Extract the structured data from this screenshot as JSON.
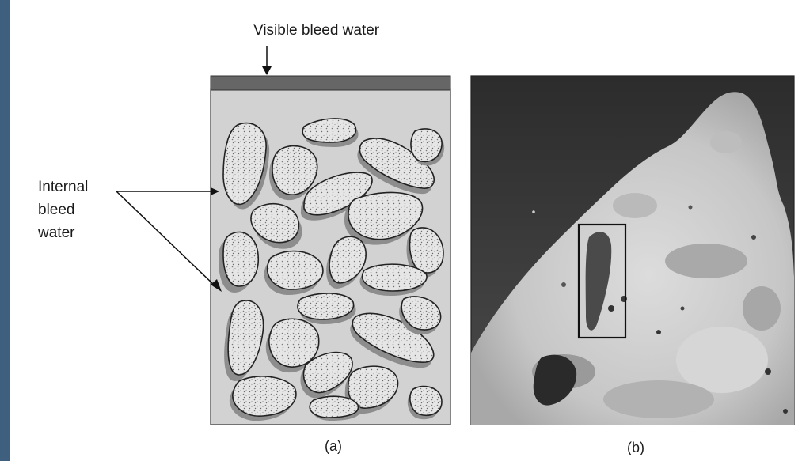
{
  "labels": {
    "visible_bleed_water": "Visible bleed water",
    "internal_bleed_water": "Internal\nbleed\nwater"
  },
  "captions": {
    "a": "(a)",
    "b": "(b)"
  },
  "colors": {
    "frame": "#3f5f7f",
    "paste": "#d2d2d2",
    "bleed_layer": "#666666",
    "aggregate_fill": "#e4e4e4",
    "water_pocket": "#8d8d8d",
    "outline": "#222222"
  }
}
